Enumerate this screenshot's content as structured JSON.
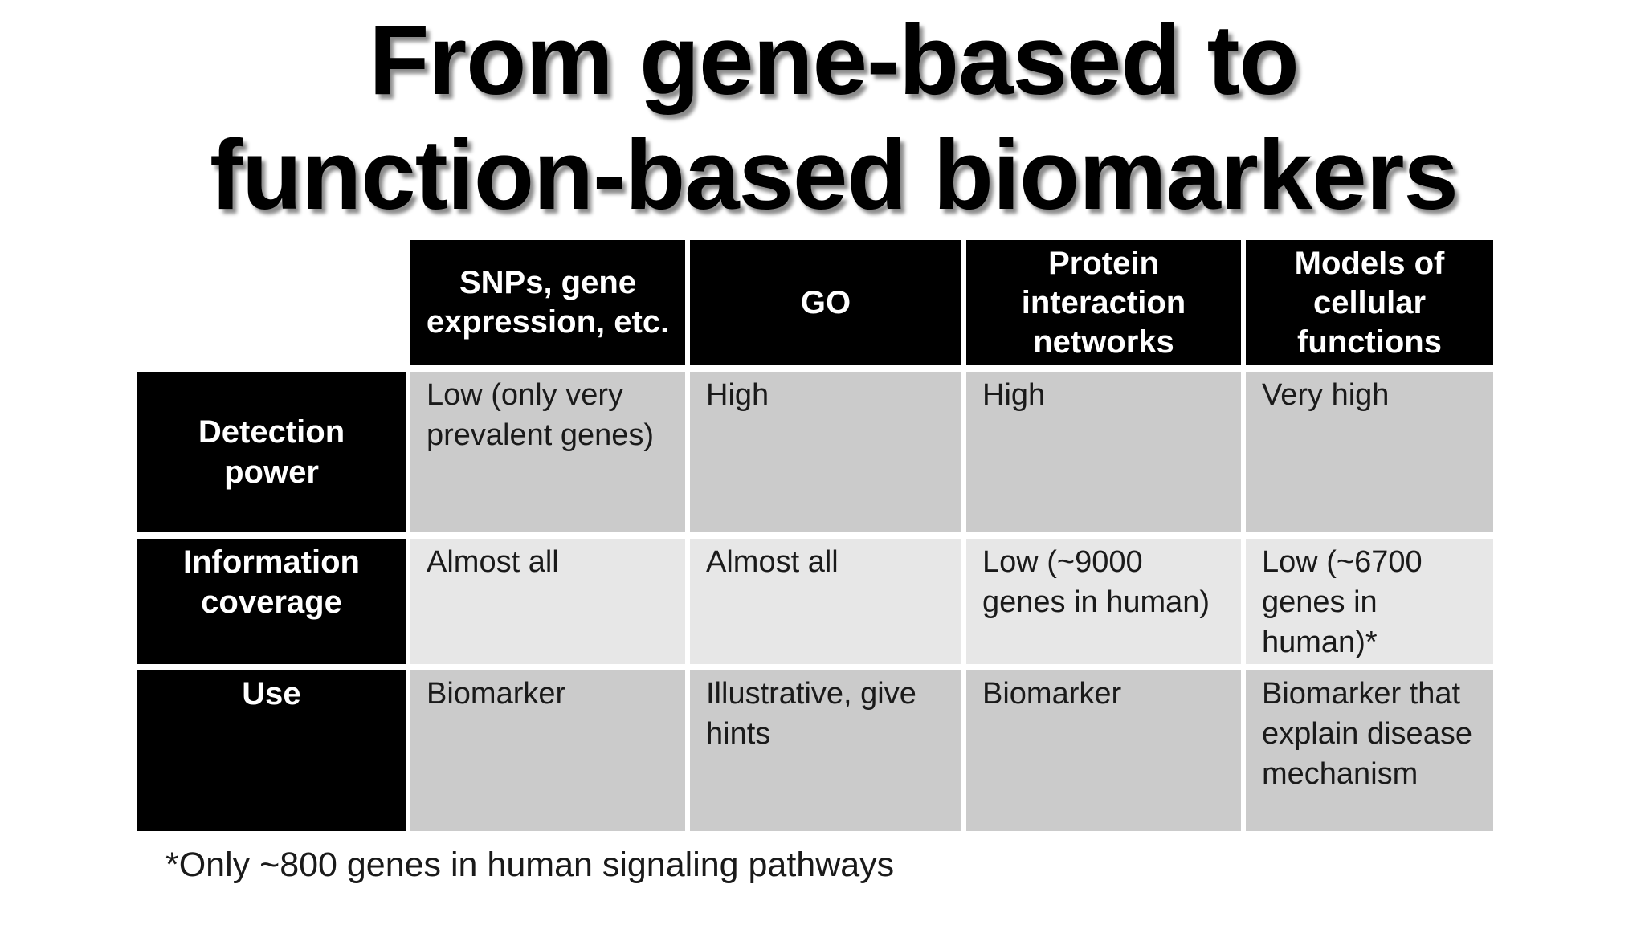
{
  "title": {
    "line1": "From gene-based to",
    "line2": "function-based biomarkers"
  },
  "table": {
    "column_headers": [
      "SNPs, gene expression, etc.",
      "GO",
      "Protein interaction networks",
      "Models of cellular functions"
    ],
    "rows": [
      {
        "header": "Detection power",
        "cells": [
          "Low (only very prevalent genes)",
          "High",
          "High",
          "Very high"
        ]
      },
      {
        "header": "Information coverage",
        "cells": [
          "Almost all",
          "Almost all",
          "Low (~9000 genes in human)",
          "Low (~6700 genes in human)*"
        ]
      },
      {
        "header": "Use",
        "cells": [
          "Biomarker",
          "Illustrative, give hints",
          "Biomarker",
          "Biomarker that explain disease mechanism"
        ]
      }
    ]
  },
  "footnote": "*Only ~800 genes in human signaling pathways",
  "colors": {
    "header_bg": "#000000",
    "header_text": "#ffffff",
    "band_dark": "#cbcbcb",
    "band_light": "#e7e7e7",
    "body_text": "#1a1a1a",
    "background": "#ffffff"
  }
}
